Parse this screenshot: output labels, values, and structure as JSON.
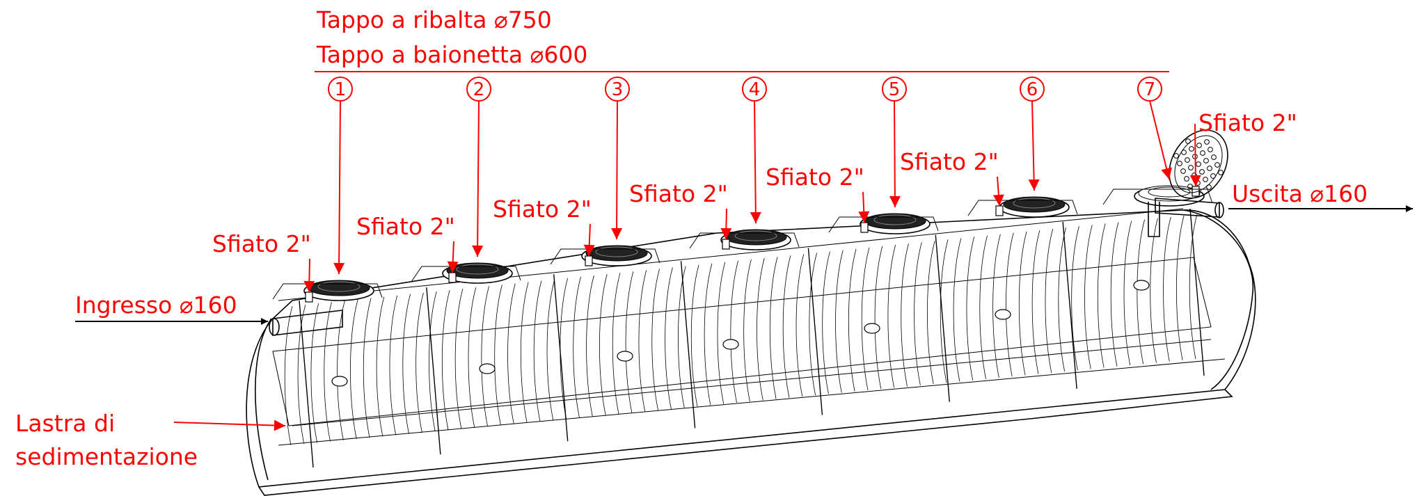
{
  "colors": {
    "annotation": "#ff0000",
    "linework": "#000000",
    "background": "#ffffff"
  },
  "header": {
    "line1": "Tappo a ribalta ⌀750",
    "line2": "Tappo a baionetta ⌀600"
  },
  "chambers": [
    {
      "number": "1",
      "vent_label": "Sfiato 2\""
    },
    {
      "number": "2",
      "vent_label": "Sfiato 2\""
    },
    {
      "number": "3",
      "vent_label": "Sfiato 2\""
    },
    {
      "number": "4",
      "vent_label": "Sfiato 2\""
    },
    {
      "number": "5",
      "vent_label": "Sfiato 2\""
    },
    {
      "number": "6",
      "vent_label": "Sfiato 2\""
    },
    {
      "number": "7",
      "vent_label": "Sfiato 2\""
    }
  ],
  "inlet": {
    "label": "Ingresso ⌀160"
  },
  "outlet": {
    "label": "Uscita ⌀160"
  },
  "plate": {
    "line1": "Lastra di",
    "line2": "sedimentazione"
  }
}
